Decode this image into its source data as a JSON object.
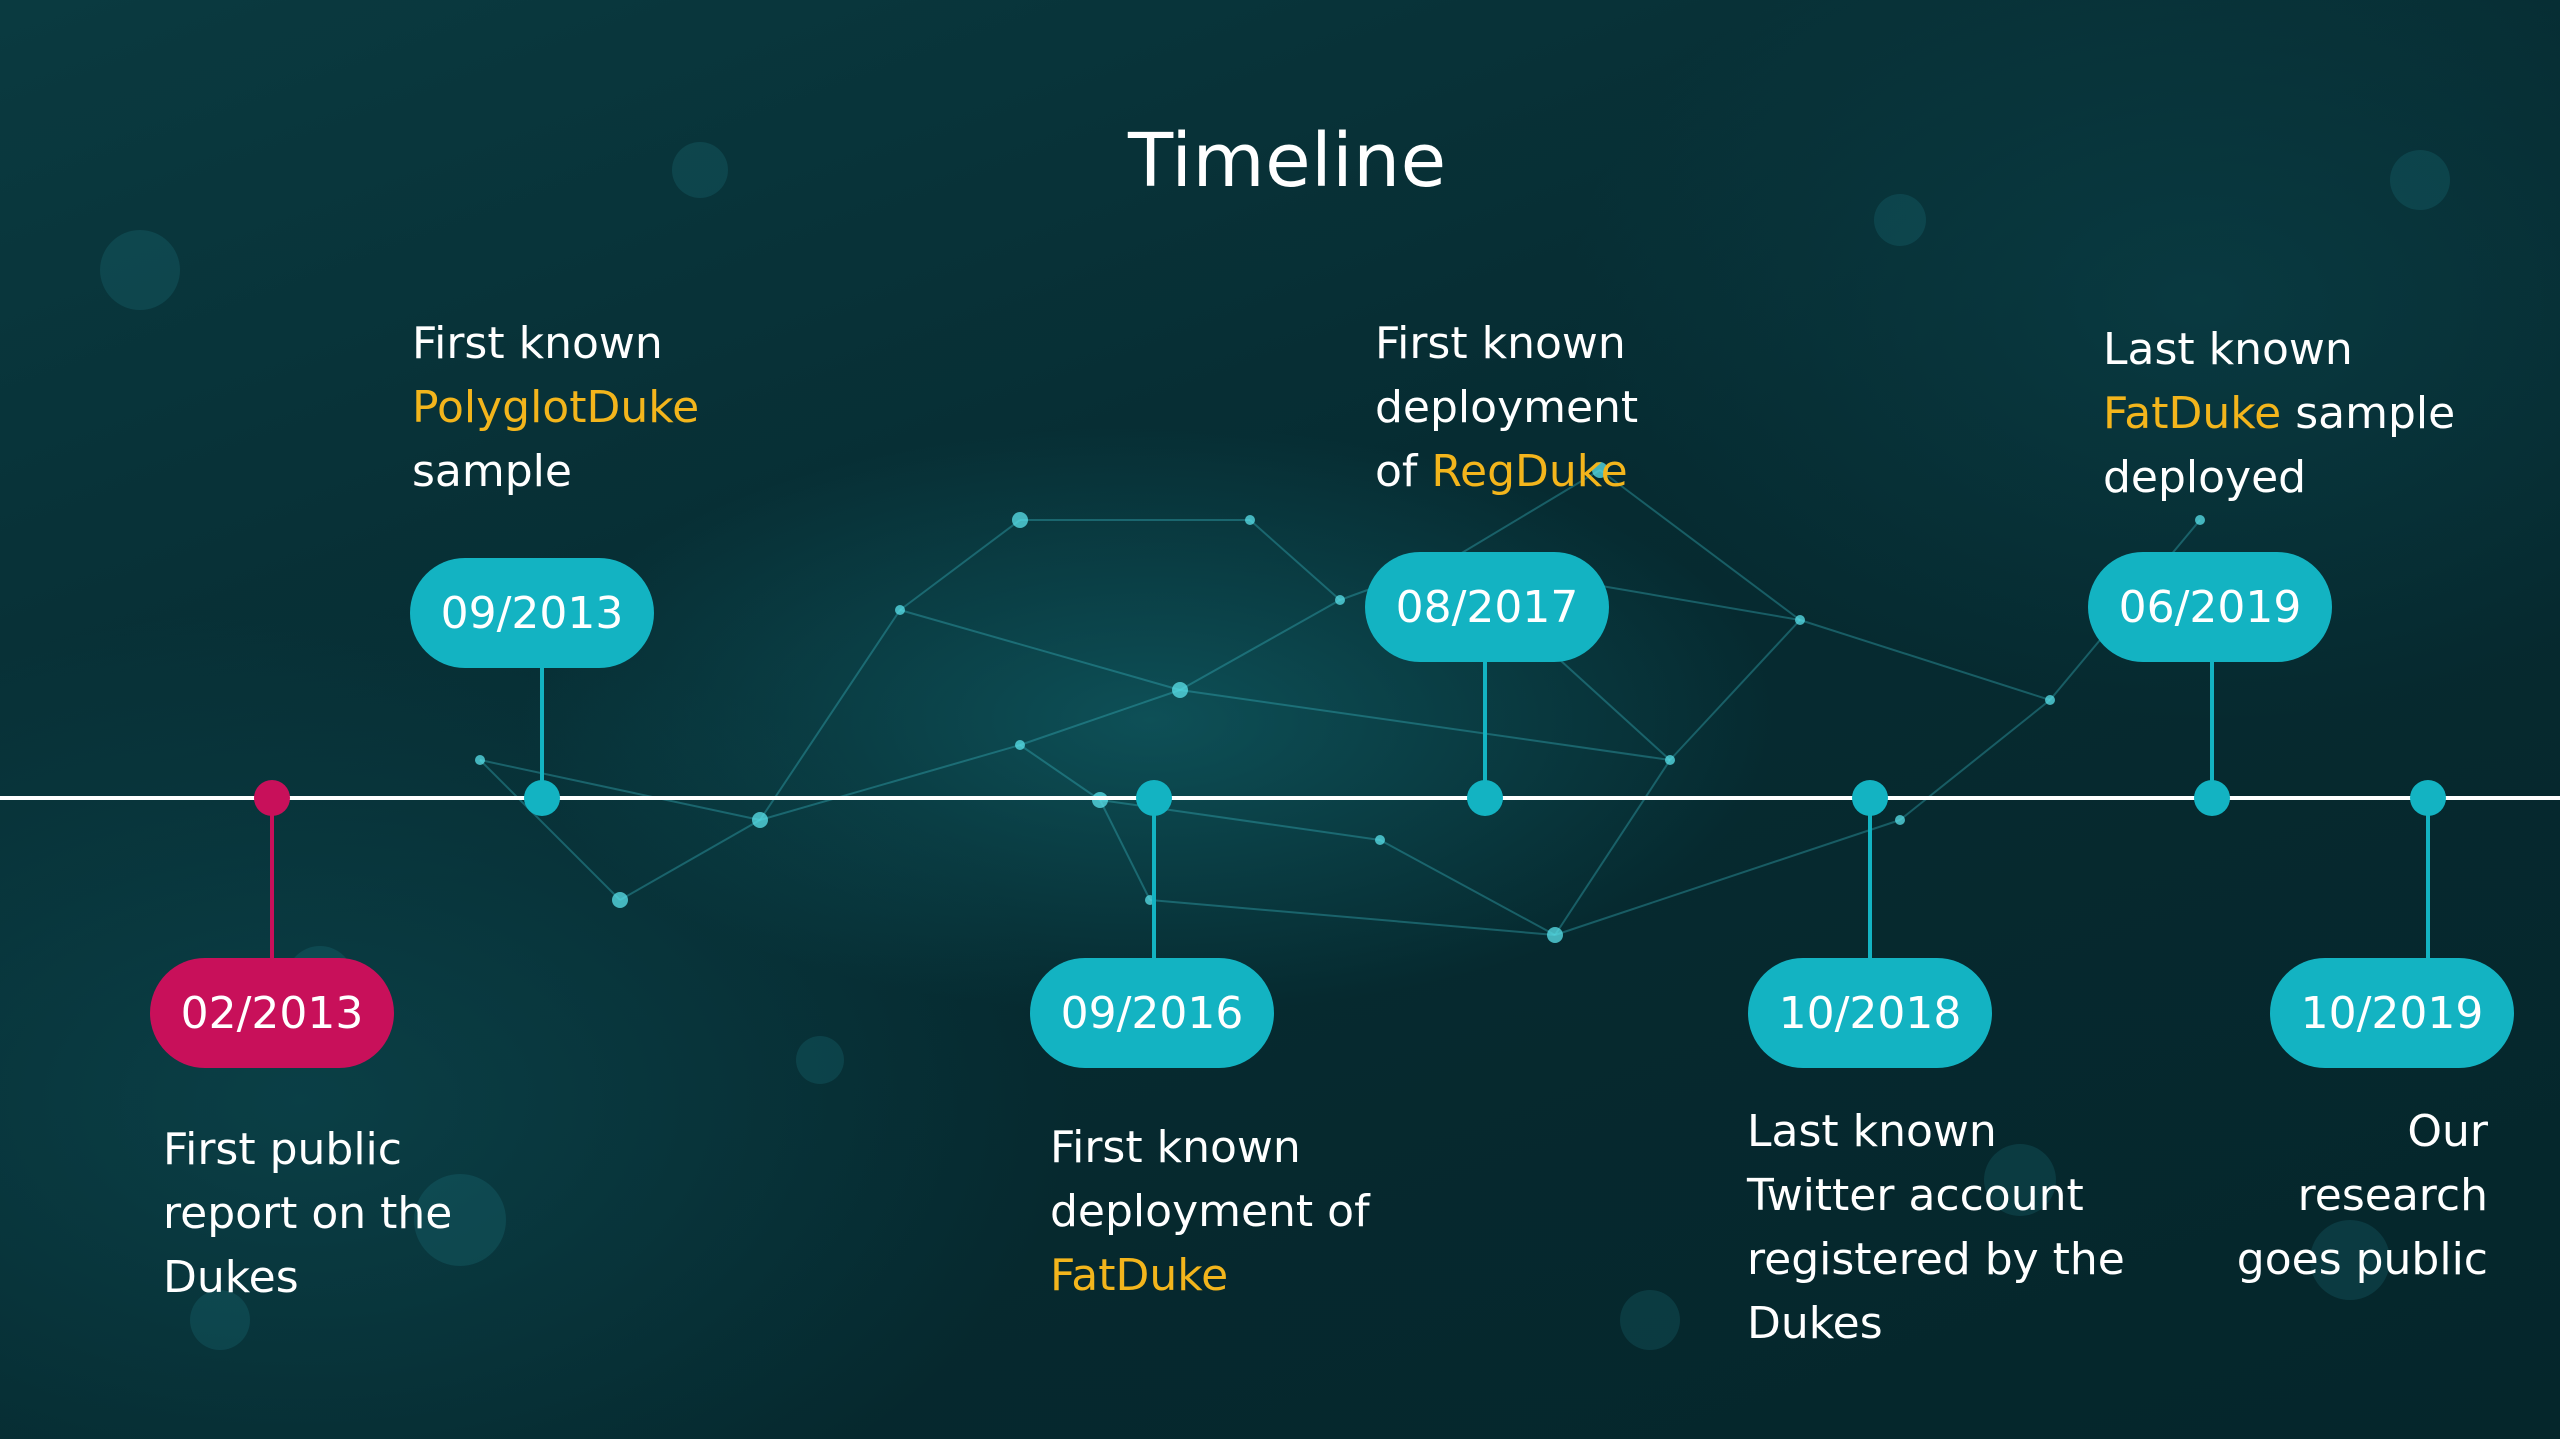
{
  "title": "Timeline",
  "colors": {
    "line": "#ffffff",
    "teal": "#13b3c2",
    "red": "#c8105a",
    "highlight": "#f3b51c"
  },
  "events": [
    {
      "date": "02/2013",
      "color": "red",
      "side": "below",
      "lines": [
        [
          "First public"
        ],
        [
          "report on the"
        ],
        [
          "Dukes"
        ]
      ]
    },
    {
      "date": "09/2013",
      "color": "teal",
      "side": "above",
      "lines": [
        [
          "First known"
        ],
        [
          "PolyglotDuke"
        ],
        [
          "sample"
        ]
      ],
      "highlight": "PolyglotDuke"
    },
    {
      "date": "09/2016",
      "color": "teal",
      "side": "below",
      "lines": [
        [
          "First known"
        ],
        [
          "deployment of"
        ],
        [
          "FatDuke"
        ]
      ],
      "highlight": "FatDuke"
    },
    {
      "date": "08/2017",
      "color": "teal",
      "side": "above",
      "lines": [
        [
          "First known"
        ],
        [
          "deployment"
        ],
        [
          "of ",
          "RegDuke"
        ]
      ],
      "highlight": "RegDuke"
    },
    {
      "date": "10/2018",
      "color": "teal",
      "side": "below",
      "lines": [
        [
          "Last known"
        ],
        [
          "Twitter account"
        ],
        [
          "registered by the"
        ],
        [
          "Dukes"
        ]
      ]
    },
    {
      "date": "06/2019",
      "color": "teal",
      "side": "above",
      "lines": [
        [
          "Last known"
        ],
        [
          "FatDuke",
          " sample"
        ],
        [
          "deployed"
        ]
      ],
      "highlight": "FatDuke"
    },
    {
      "date": "10/2019",
      "color": "teal",
      "side": "below",
      "lines": [
        [
          "Our"
        ],
        [
          "research"
        ],
        [
          "goes public"
        ]
      ]
    }
  ]
}
